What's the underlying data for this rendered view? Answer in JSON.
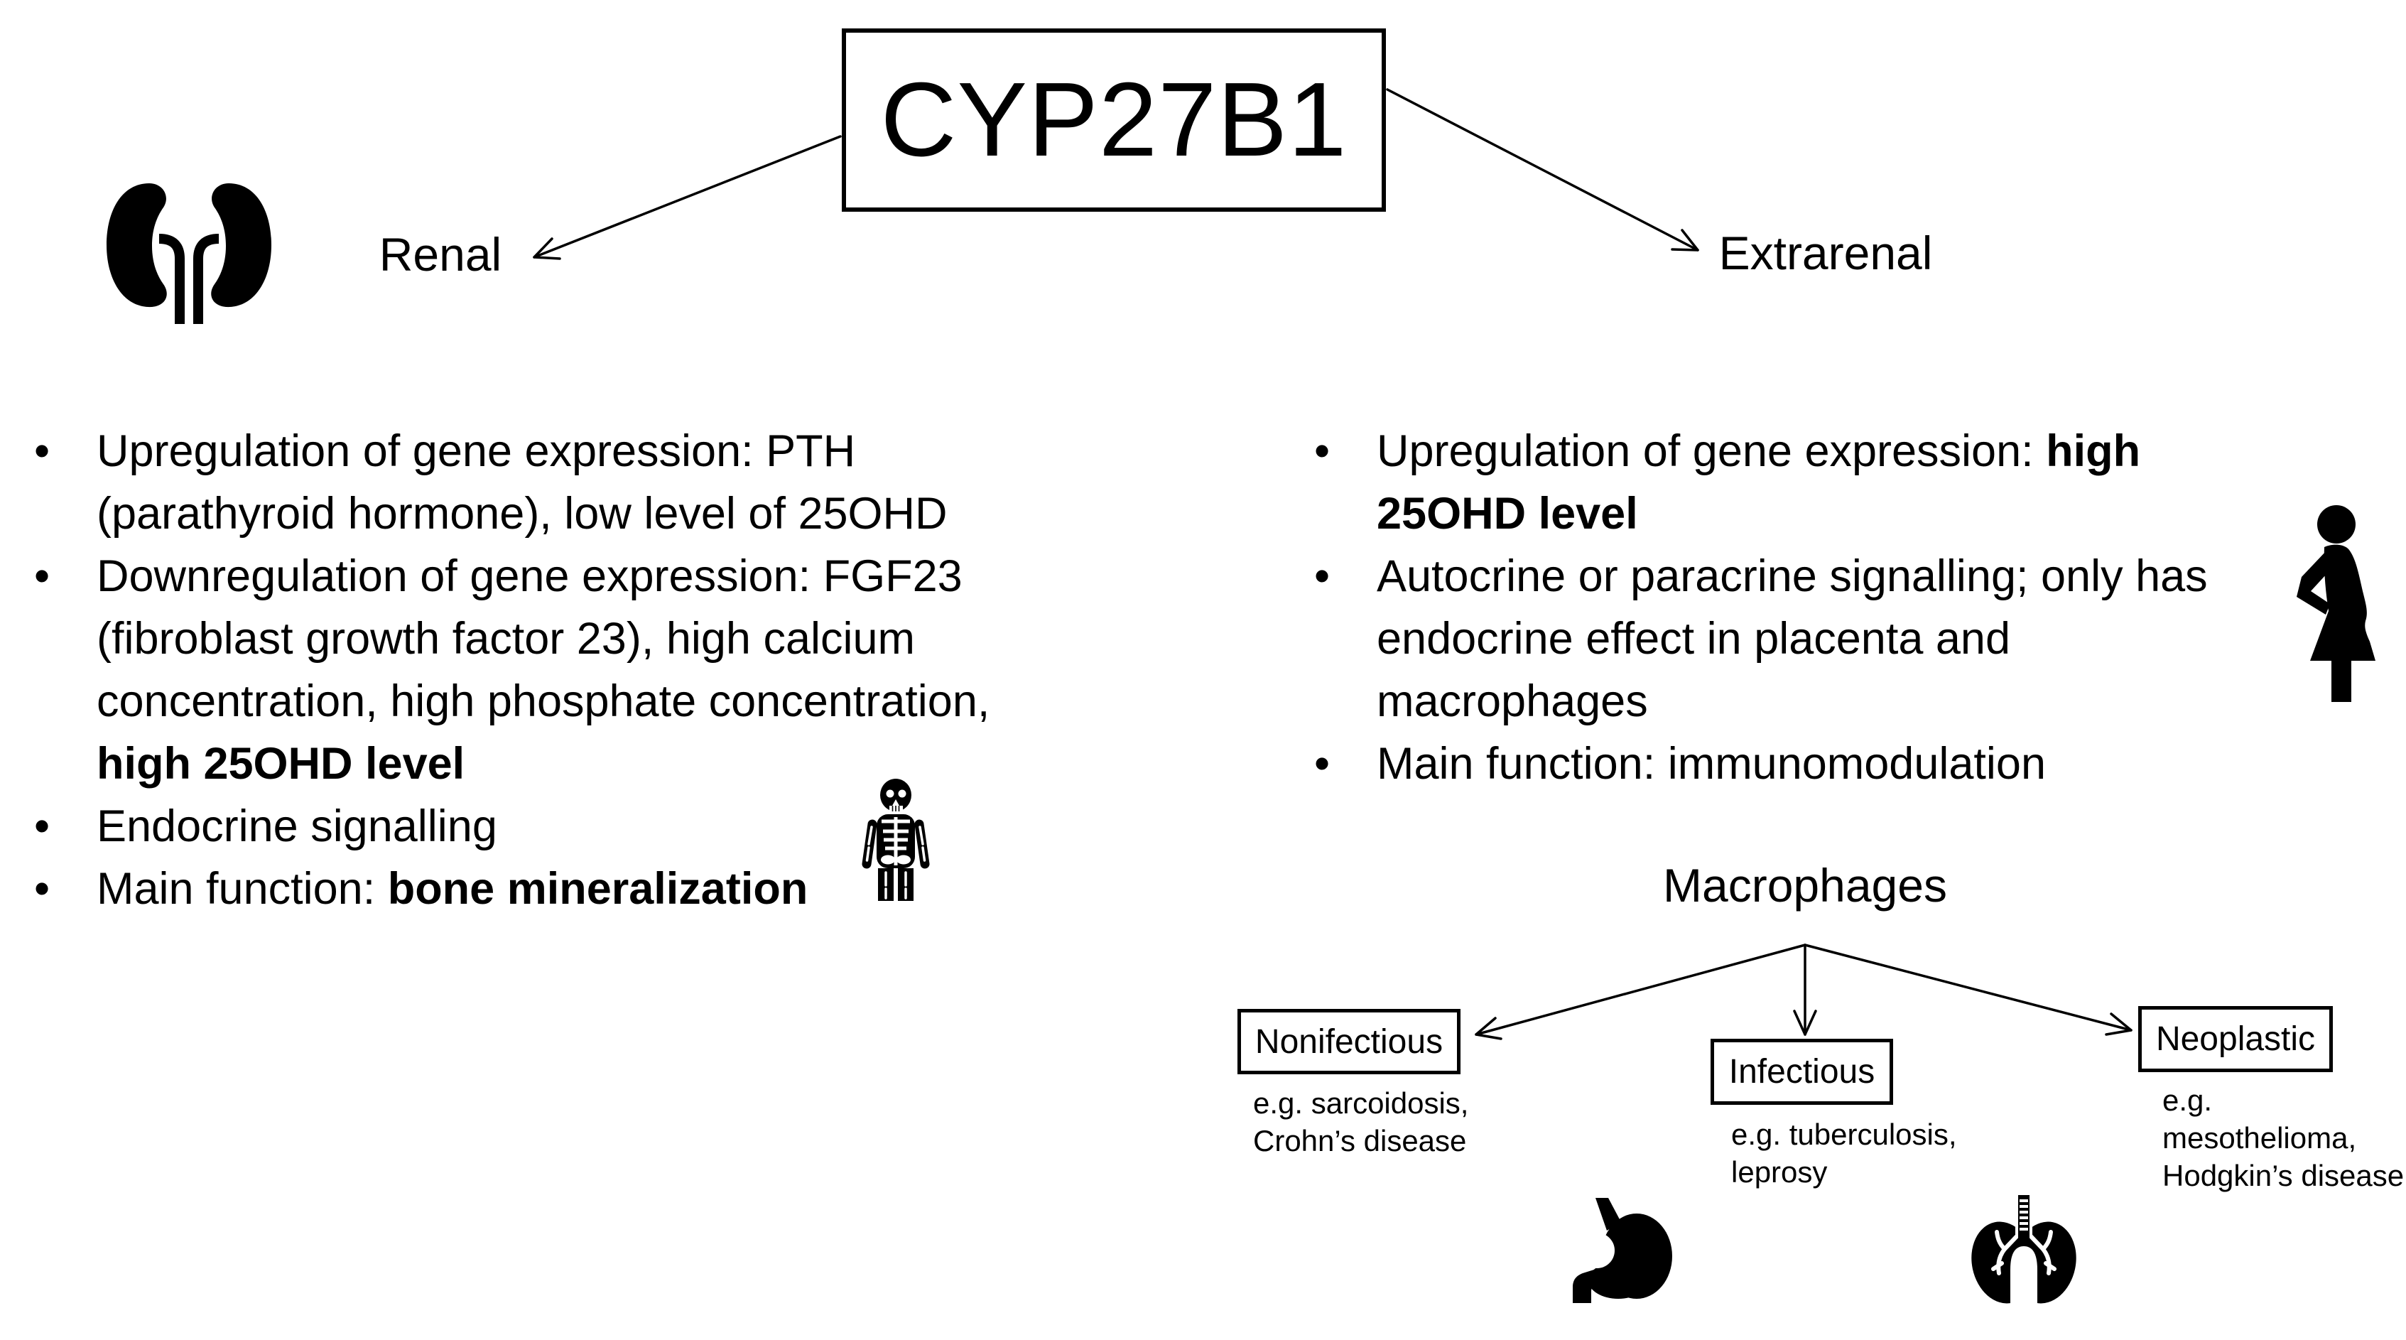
{
  "colors": {
    "ink": "#000000",
    "bg": "#ffffff"
  },
  "title": {
    "text": "CYP27B1"
  },
  "branches": {
    "left": "Renal",
    "right": "Extrarenal"
  },
  "renal_bullets": [
    {
      "lines": [
        [
          {
            "t": "Upregulation of gene expression: PTH",
            "b": false
          }
        ],
        [
          {
            "t": "(parathyroid hormone), low level of 25OHD",
            "b": false
          }
        ]
      ]
    },
    {
      "lines": [
        [
          {
            "t": "Downregulation of gene expression: FGF23",
            "b": false
          }
        ],
        [
          {
            "t": "(fibroblast growth factor 23), high calcium",
            "b": false
          }
        ],
        [
          {
            "t": "concentration, high phosphate concentration,",
            "b": false
          }
        ],
        [
          {
            "t": "high 25OHD level",
            "b": true
          }
        ]
      ]
    },
    {
      "lines": [
        [
          {
            "t": "Endocrine signalling",
            "b": false
          }
        ]
      ]
    },
    {
      "lines": [
        [
          {
            "t": "Main function: ",
            "b": false
          },
          {
            "t": "bone mineralization",
            "b": true
          }
        ]
      ]
    }
  ],
  "extrarenal_bullets": [
    {
      "lines": [
        [
          {
            "t": "Upregulation of gene expression: ",
            "b": false
          },
          {
            "t": "high",
            "b": true
          }
        ],
        [
          {
            "t": "25OHD level",
            "b": true
          }
        ]
      ]
    },
    {
      "lines": [
        [
          {
            "t": "Autocrine or paracrine signalling; only has",
            "b": false
          }
        ],
        [
          {
            "t": "endocrine effect in placenta and",
            "b": false
          }
        ],
        [
          {
            "t": "macrophages",
            "b": false
          }
        ]
      ]
    },
    {
      "lines": [
        [
          {
            "t": "Main function: immunomodulation",
            "b": false
          }
        ]
      ]
    }
  ],
  "macrophages": {
    "heading": "Macrophages",
    "categories": [
      {
        "label": "Nonifectious",
        "examples": "e.g. sarcoidosis,\nCrohn’s disease"
      },
      {
        "label": "Infectious",
        "examples": "e.g. tuberculosis,\nleprosy"
      },
      {
        "label": "Neoplastic",
        "examples": "e.g. mesothelioma,\nHodgkin’s disease"
      }
    ]
  },
  "icons": {
    "kidneys": "kidneys-icon",
    "skeleton": "skeleton-icon",
    "pregnant": "pregnant-woman-icon",
    "stomach": "stomach-icon",
    "lungs": "lungs-icon"
  }
}
